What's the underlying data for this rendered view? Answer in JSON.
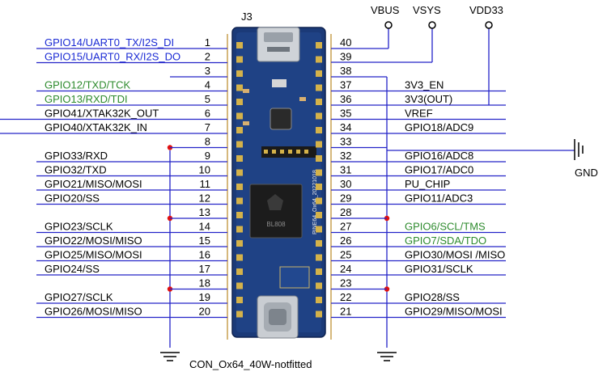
{
  "header": {
    "connector": "J3",
    "footer_label": "CON_Ox64_40W-notfitted",
    "gnd_label": "GND",
    "power": [
      {
        "label": "VBUS"
      },
      {
        "label": "VSYS"
      },
      {
        "label": "VDD33"
      }
    ]
  },
  "board": {
    "silkscreen": "PINE64_Ox64_20221018",
    "chip": "BL808"
  },
  "left_pins": [
    {
      "num": "1",
      "label": "GPIO14/UART0_TX/I2S_DI",
      "color": "#1a2ad4"
    },
    {
      "num": "2",
      "label": "GPIO15/UART0_RX/I2S_DO",
      "color": "#1a2ad4"
    },
    {
      "num": "3",
      "label": "",
      "color": "#000000"
    },
    {
      "num": "4",
      "label": "GPIO12/TXD/TCK",
      "color": "#2e8b2e"
    },
    {
      "num": "5",
      "label": "GPIO13/RXD/TDI",
      "color": "#2e8b2e"
    },
    {
      "num": "6",
      "label": "GPIO41/XTAK32K_OUT",
      "color": "#000000"
    },
    {
      "num": "7",
      "label": "GPIO40/XTAK32K_IN",
      "color": "#000000"
    },
    {
      "num": "8",
      "label": "",
      "color": "#000000"
    },
    {
      "num": "9",
      "label": "GPIO33/RXD",
      "color": "#000000"
    },
    {
      "num": "10",
      "label": "GPIO32/TXD",
      "color": "#000000"
    },
    {
      "num": "11",
      "label": "GPIO21/MISO/MOSI",
      "color": "#000000"
    },
    {
      "num": "12",
      "label": "GPIO20/SS",
      "color": "#000000"
    },
    {
      "num": "13",
      "label": "",
      "color": "#000000"
    },
    {
      "num": "14",
      "label": "GPIO23/SCLK",
      "color": "#000000"
    },
    {
      "num": "15",
      "label": "GPIO22/MOSI/MISO",
      "color": "#000000"
    },
    {
      "num": "16",
      "label": "GPIO25/MISO/MOSI",
      "color": "#000000"
    },
    {
      "num": "17",
      "label": "GPIO24/SS",
      "color": "#000000"
    },
    {
      "num": "18",
      "label": "",
      "color": "#000000"
    },
    {
      "num": "19",
      "label": "GPIO27/SCLK",
      "color": "#000000"
    },
    {
      "num": "20",
      "label": "GPIO26/MOSI/MISO",
      "color": "#000000"
    }
  ],
  "right_pins": [
    {
      "num": "40",
      "label": "",
      "color": "#000000"
    },
    {
      "num": "39",
      "label": "",
      "color": "#000000"
    },
    {
      "num": "38",
      "label": "",
      "color": "#000000"
    },
    {
      "num": "37",
      "label": "3V3_EN",
      "color": "#000000"
    },
    {
      "num": "36",
      "label": "3V3(OUT)",
      "color": "#000000"
    },
    {
      "num": "35",
      "label": "VREF",
      "color": "#000000"
    },
    {
      "num": "34",
      "label": "GPIO18/ADC9",
      "color": "#000000"
    },
    {
      "num": "33",
      "label": "",
      "color": "#000000"
    },
    {
      "num": "32",
      "label": "GPIO16/ADC8",
      "color": "#000000"
    },
    {
      "num": "31",
      "label": "GPIO17/ADC0",
      "color": "#000000"
    },
    {
      "num": "30",
      "label": "PU_CHIP",
      "color": "#000000"
    },
    {
      "num": "29",
      "label": "GPIO11/ADC3",
      "color": "#000000"
    },
    {
      "num": "28",
      "label": "",
      "color": "#000000"
    },
    {
      "num": "27",
      "label": "GPIO6/SCL/TMS",
      "color": "#2e8b2e"
    },
    {
      "num": "26",
      "label": "GPIO7/SDA/TDO",
      "color": "#2e8b2e"
    },
    {
      "num": "25",
      "label": "GPIO30/MOSI /MISO",
      "color": "#000000"
    },
    {
      "num": "24",
      "label": "GPIO31/SCLK",
      "color": "#000000"
    },
    {
      "num": "23",
      "label": "",
      "color": "#000000"
    },
    {
      "num": "22",
      "label": "GPIO28/SS",
      "color": "#000000"
    },
    {
      "num": "21",
      "label": "GPIO29/MISO/MOSI",
      "color": "#000000"
    }
  ],
  "colors": {
    "wire": "#2424c8",
    "pin_line": "#c8a050",
    "junction": "#e01010",
    "board": "#1b3a78"
  }
}
